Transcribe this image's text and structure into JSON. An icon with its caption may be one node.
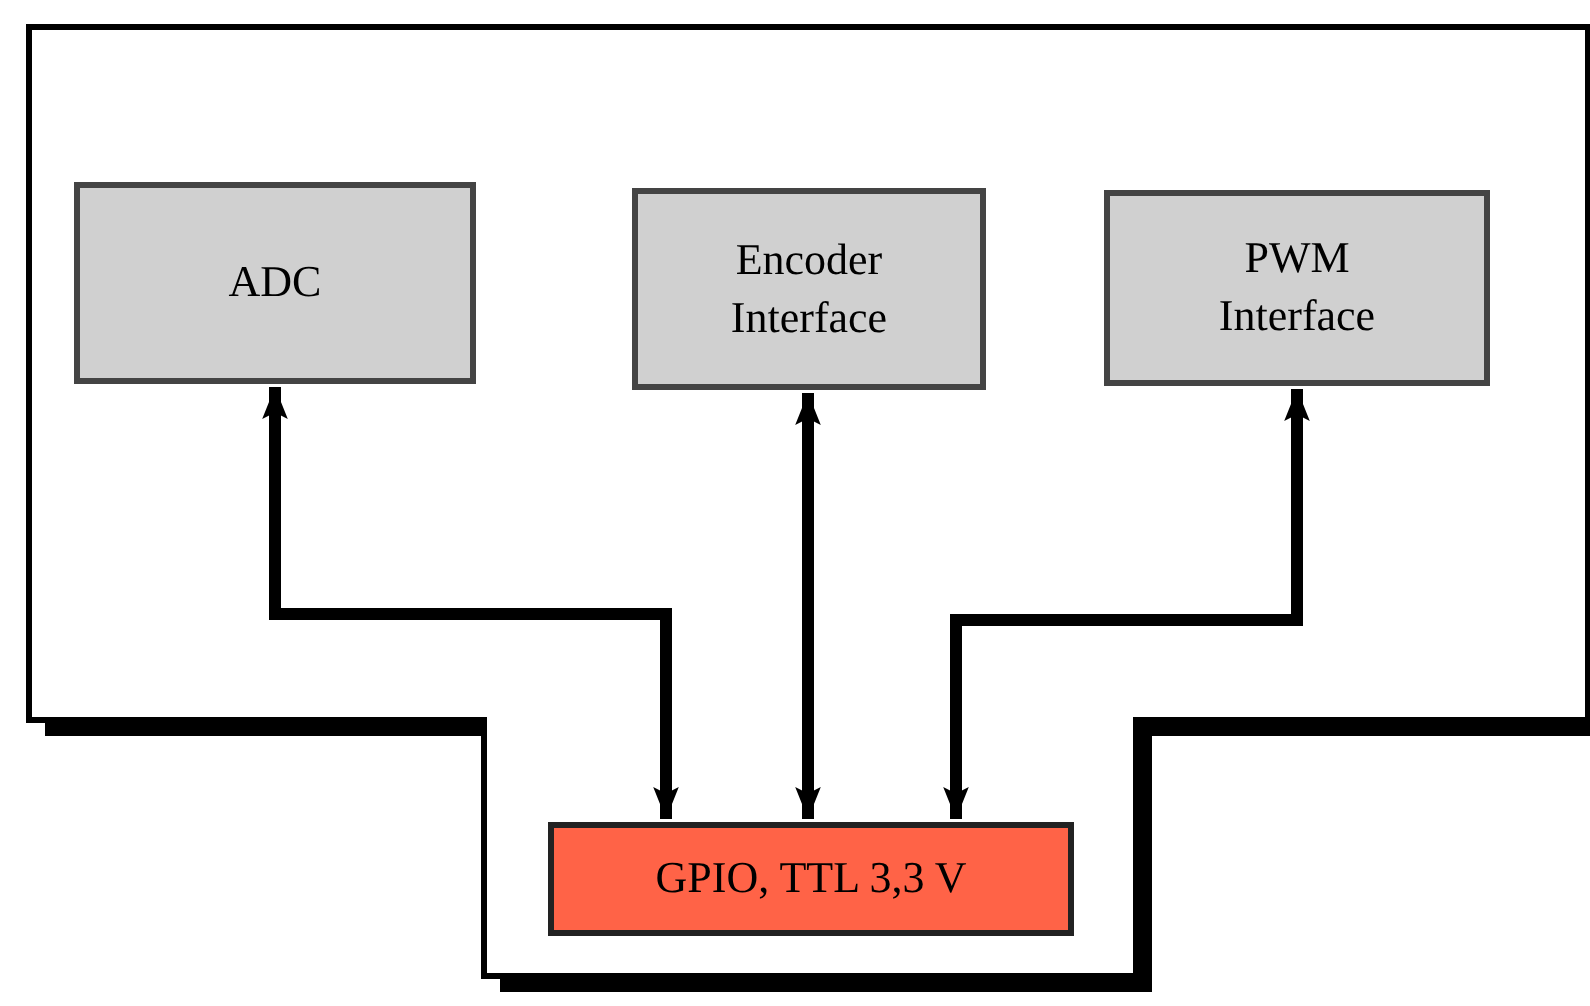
{
  "diagram": {
    "nodes": [
      {
        "text": [],
        "shape": "box"
      },
      {
        "text": [
          "ADC"
        ],
        "in": 0
      },
      {
        "text": [
          "Encoder Interface"
        ],
        "in": 0
      },
      {
        "text": [
          "PWM Interface"
        ],
        "in": 0
      },
      {
        "text": [
          "GPIO, TTL 3,3 V"
        ],
        "in": 0
      }
    ],
    "edges": [
      {
        "from": 1,
        "to": 4,
        "arrow": "both"
      },
      {
        "from": 2,
        "to": 4,
        "arrow": "both"
      },
      {
        "from": 3,
        "to": 4,
        "arrow": "both"
      }
    ]
  }
}
